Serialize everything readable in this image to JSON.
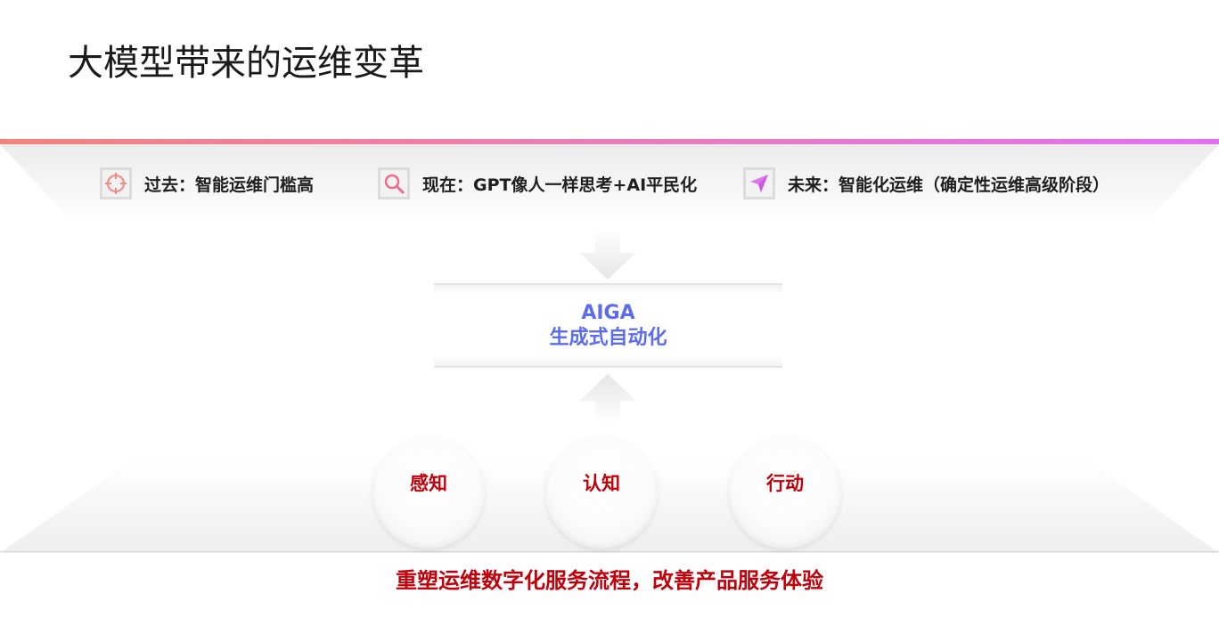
{
  "slide": {
    "title": "大模型带来的运维变革"
  },
  "eras": [
    {
      "icon": "crosshair-icon",
      "label": "过去：智能运维门槛高"
    },
    {
      "icon": "search-icon",
      "label": "现在：GPT像人一样思考+AI平民化"
    },
    {
      "icon": "send-arrow-icon",
      "label": "未来：智能化运维（确定性运维高级阶段）"
    }
  ],
  "center": {
    "line1": "AIGA",
    "line2": "生成式自动化"
  },
  "capabilities": [
    {
      "label": "感知"
    },
    {
      "label": "认知"
    },
    {
      "label": "行动"
    }
  ],
  "footer": {
    "text": "重塑运维数字化服务流程，改善产品服务体验"
  },
  "colors": {
    "accent_red": "#c0000b",
    "accent_blue": "#5b6cf0",
    "gradient_start": "#f4857e",
    "gradient_end": "#e26ff2"
  }
}
